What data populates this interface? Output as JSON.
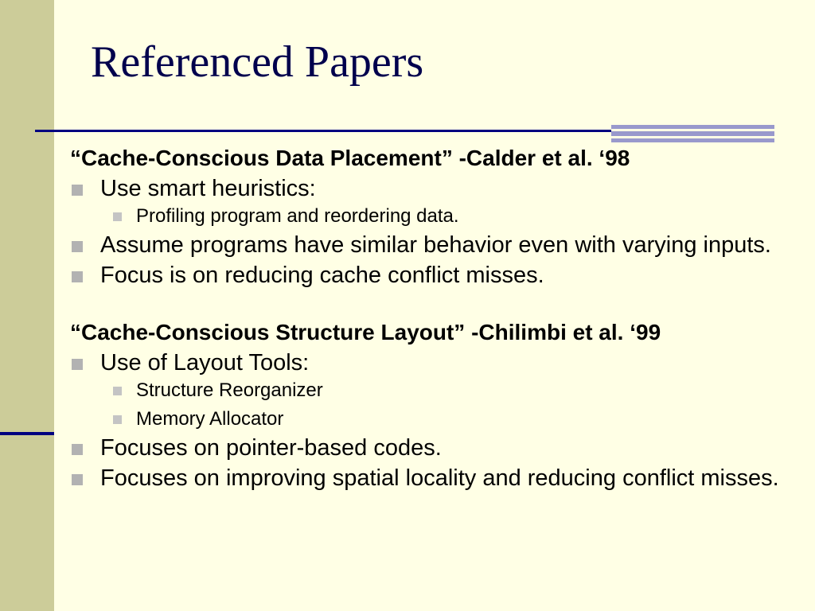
{
  "slide": {
    "title": "Referenced Papers",
    "sections": [
      {
        "heading": "“Cache-Conscious Data Placement” -Calder et al. ‘98",
        "bullets": [
          {
            "text": "Use smart heuristics:",
            "sub": [
              "Profiling program and reordering data."
            ]
          },
          {
            "text": "Assume programs have similar behavior even with varying inputs.",
            "sub": []
          },
          {
            "text": "Focus is on reducing cache conflict misses.",
            "sub": []
          }
        ]
      },
      {
        "heading": "“Cache-Conscious Structure Layout” -Chilimbi et al. ‘99",
        "bullets": [
          {
            "text": "Use of Layout Tools:",
            "sub": [
              "Structure Reorganizer",
              "Memory Allocator"
            ]
          },
          {
            "text": "Focuses on pointer-based codes.",
            "sub": []
          },
          {
            "text": "Focuses on improving spatial locality and reducing conflict misses.",
            "sub": []
          }
        ]
      }
    ]
  }
}
